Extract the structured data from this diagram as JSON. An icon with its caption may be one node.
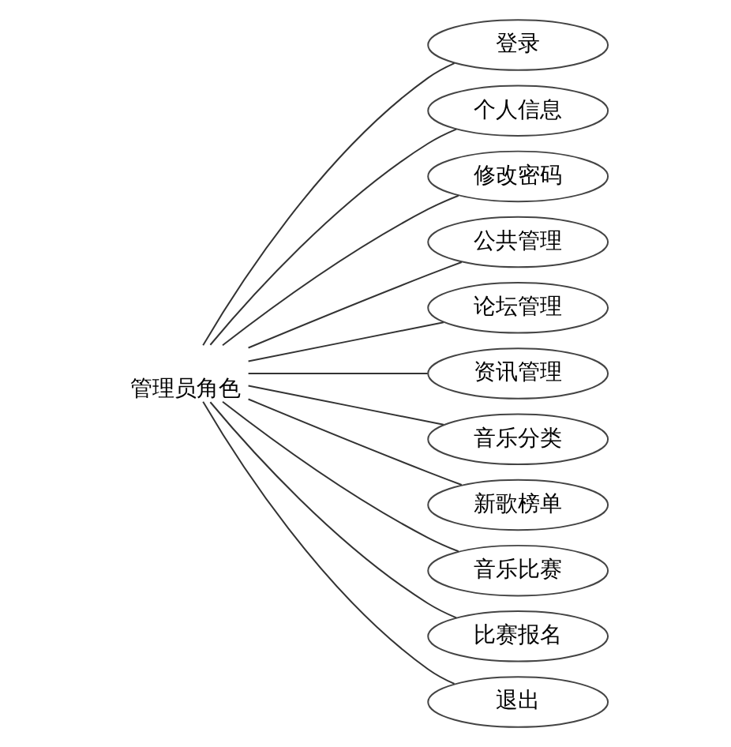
{
  "diagram": {
    "nodes": [
      {
        "text": [
          "管理员角色"
        ]
      },
      {
        "text": [
          "登录"
        ]
      },
      {
        "text": [
          "个人信息"
        ]
      },
      {
        "text": [
          "修改密码"
        ]
      },
      {
        "text": [
          "公共管理"
        ]
      },
      {
        "text": [
          "论坛管理"
        ]
      },
      {
        "text": [
          "资讯管理"
        ]
      },
      {
        "text": [
          "音乐分类"
        ]
      },
      {
        "text": [
          "新歌榜单"
        ]
      },
      {
        "text": [
          "音乐比赛"
        ]
      },
      {
        "text": [
          "比赛报名"
        ]
      },
      {
        "text": [
          "退出"
        ]
      }
    ],
    "edges": [
      {
        "from": 0,
        "to": 1,
        "arrow": "none"
      },
      {
        "from": 0,
        "to": 2,
        "arrow": "none"
      },
      {
        "from": 0,
        "to": 3,
        "arrow": "none"
      },
      {
        "from": 0,
        "to": 4,
        "arrow": "none"
      },
      {
        "from": 0,
        "to": 5,
        "arrow": "none"
      },
      {
        "from": 0,
        "to": 6,
        "arrow": "none"
      },
      {
        "from": 0,
        "to": 7,
        "arrow": "none"
      },
      {
        "from": 0,
        "to": 8,
        "arrow": "none"
      },
      {
        "from": 0,
        "to": 9,
        "arrow": "none"
      },
      {
        "from": 0,
        "to": 10,
        "arrow": "none"
      },
      {
        "from": 0,
        "to": 11,
        "arrow": "none"
      }
    ]
  }
}
